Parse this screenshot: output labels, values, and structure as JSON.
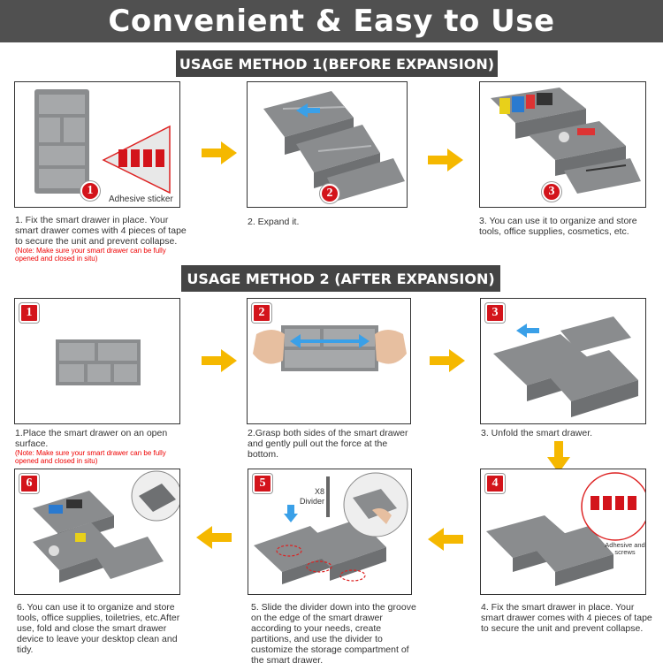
{
  "title": "Convenient & Easy to Use",
  "method1": {
    "label": "USAGE METHOD 1(BEFORE EXPANSION)",
    "steps": [
      {
        "num": "1",
        "callout": "Adhesive sticker",
        "text": "1. Fix the smart drawer in place. Your smart drawer comes with 4 pieces of tape to secure the unit and prevent collapse.",
        "note": "(Note: Make sure your smart drawer can be fully opened and closed in situ)"
      },
      {
        "num": "2",
        "text": "2. Expand it."
      },
      {
        "num": "3",
        "text": "3. You can use it to organize and store tools, office supplies, cosmetics, etc."
      }
    ]
  },
  "method2": {
    "label": "USAGE METHOD 2 (AFTER EXPANSION)",
    "steps": [
      {
        "num": "1",
        "text": "1.Place the smart drawer on an open surface.",
        "note": "(Note: Make sure your smart drawer can be fully opened and closed in situ)"
      },
      {
        "num": "2",
        "text": "2.Grasp both sides of the smart drawer and gently pull out the force at the bottom."
      },
      {
        "num": "3",
        "text": "3. Unfold the smart drawer."
      },
      {
        "num": "4",
        "callout": "Adhesive and screws",
        "text": "4. Fix the smart drawer in place. Your smart drawer comes with 4 pieces of tape to secure the unit and prevent collapse."
      },
      {
        "num": "5",
        "callout_count": "X8",
        "callout": "Divider",
        "text": "5.  Slide the divider down into the groove on the edge of the smart drawer according to your needs, create partitions, and use the divider to customize the storage compartment of the smart drawer."
      },
      {
        "num": "6",
        "text": "6. You can use it to organize and store tools, office supplies, toiletries, etc.After use, fold and close the smart drawer device to leave your desktop clean and tidy."
      }
    ]
  },
  "colors": {
    "banner": "#505050",
    "label": "#444444",
    "badge": "#d3141b",
    "arrow": "#f5b800",
    "blue_arrow": "#3aa0e8",
    "tray": "#8a8c8e"
  }
}
